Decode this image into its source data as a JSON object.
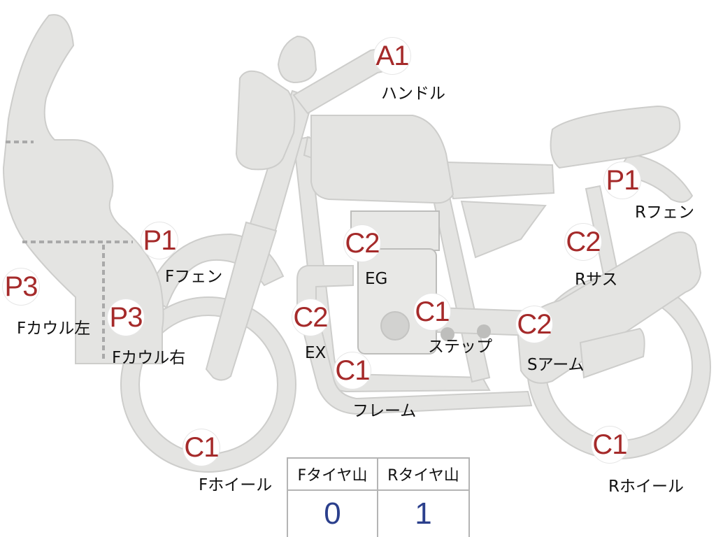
{
  "parts": {
    "handle": {
      "grade": "A1",
      "name": "ハンドル"
    },
    "front_fender": {
      "grade": "P1",
      "name": "Fフェン"
    },
    "rear_fender": {
      "grade": "P1",
      "name": "Rフェン"
    },
    "engine": {
      "grade": "C2",
      "name": "EG"
    },
    "rear_suspension": {
      "grade": "C2",
      "name": "Rサス"
    },
    "cowl_left": {
      "grade": "P3",
      "name": "Fカウル左"
    },
    "cowl_right": {
      "grade": "P3",
      "name": "Fカウル右"
    },
    "exhaust": {
      "grade": "C2",
      "name": "EX"
    },
    "step": {
      "grade": "C1",
      "name": "ステップ"
    },
    "swing_arm": {
      "grade": "C2",
      "name": "Sアーム"
    },
    "frame": {
      "grade": "C1",
      "name": "フレーム"
    },
    "front_wheel": {
      "grade": "C1",
      "name": "Fホイール"
    },
    "rear_wheel": {
      "grade": "C1",
      "name": "Rホイール"
    }
  },
  "tire_tread": {
    "front_label": "Fタイヤ山",
    "rear_label": "Rタイヤ山",
    "front_value": "0",
    "rear_value": "1"
  }
}
